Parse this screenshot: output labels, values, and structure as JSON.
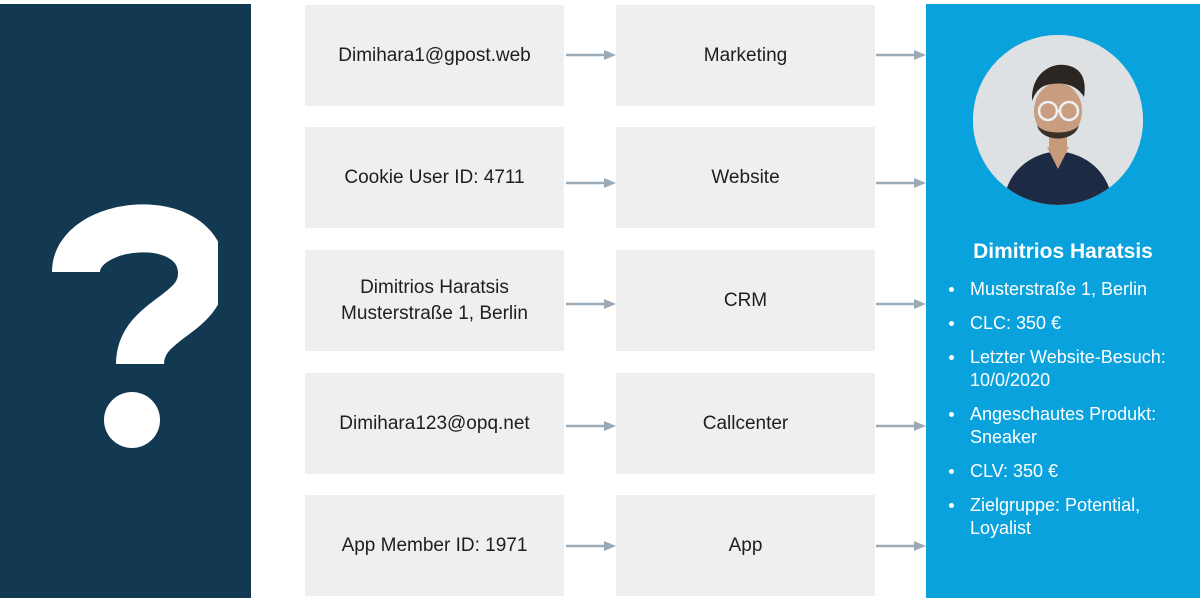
{
  "colors": {
    "left_panel": "#133852",
    "box": "#efefef",
    "arrow": "#9aaab6",
    "profile_panel": "#0aa2dc"
  },
  "unknown_panel": {
    "icon": "question-mark-icon"
  },
  "sources": [
    {
      "label": "Dimihara1@gpost.web"
    },
    {
      "label": "Cookie User ID: 4711"
    },
    {
      "label": "Dimitrios Haratsis\nMusterstraße 1, Berlin"
    },
    {
      "label": "Dimihara123@opq.net"
    },
    {
      "label": "App Member ID: 1971"
    }
  ],
  "channels": [
    {
      "label": "Marketing"
    },
    {
      "label": "Website"
    },
    {
      "label": "CRM"
    },
    {
      "label": "Callcenter"
    },
    {
      "label": "App"
    }
  ],
  "profile": {
    "avatar_icon": "person-photo-icon",
    "name": "Dimitrios Haratsis",
    "attributes": [
      "Musterstraße 1, Berlin",
      "CLC: 350 €",
      "Letzter Website-Besuch: 10/0/2020",
      "Angeschautes Produkt: Sneaker",
      "CLV: 350 €",
      "Zielgruppe: Potential, Loyalist"
    ]
  }
}
